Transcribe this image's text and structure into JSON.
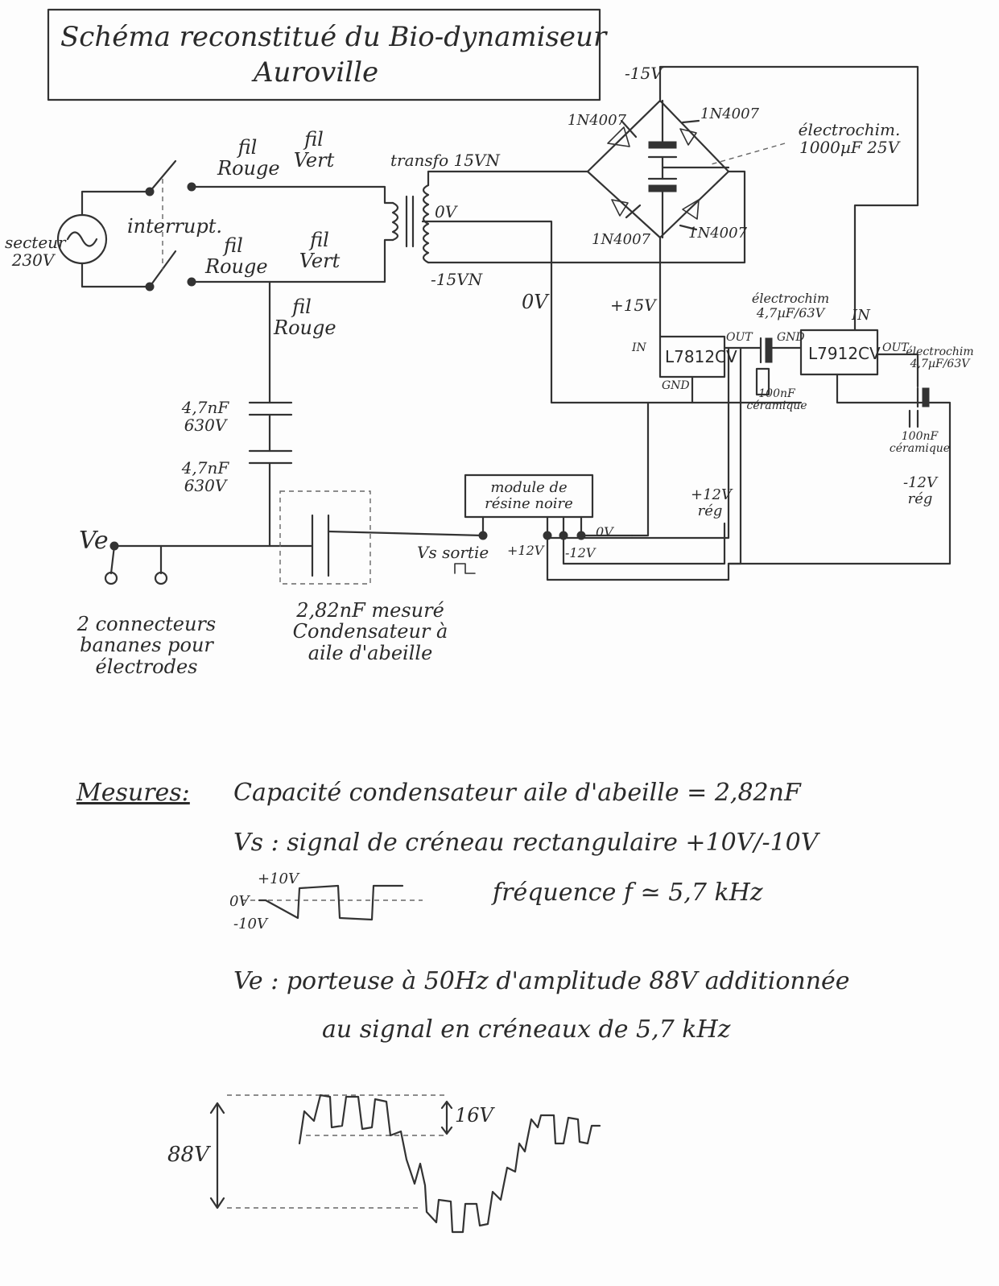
{
  "title": {
    "line1": "Schéma reconstitué du Bio-dynamiseur",
    "line2": "Auroville"
  },
  "labels": {
    "minus15_top": "-15V",
    "fil_rouge_1": "fil Rouge",
    "fil_vert_1": "fil Vert",
    "transfo": "transfo 15VN",
    "tap_0v": "0V",
    "tap_minus15": "-15VN",
    "diode_tl": "1N4007",
    "diode_tr": "1N4007",
    "diode_bl": "1N4007",
    "diode_br": "1N4007",
    "electrochim_1000": "électrochim. 1000µF 25V",
    "secteur": "secteur 230V",
    "interrupt": "interrupt.",
    "fil_rouge_2": "fil Rouge",
    "fil_vert_2": "fil Vert",
    "fil_rouge_3": "fil Rouge",
    "label_0v_left": "0V",
    "plus15": "+15V",
    "in_left": "IN",
    "l7812": "L7812CV",
    "out_left": "OUT",
    "gnd_left": "GND",
    "electrochim_47": "électrochim 4,7µF/63V",
    "gnd_mid": "GND",
    "in_right": "IN",
    "l7912": "L7912CV",
    "out_right": "OUT",
    "electrochim_right": "électrochim 4,7µF/63V",
    "ceramique_mid": "100nF céramique",
    "ceramique_right": "100nF céramique",
    "cap1": "4,7nF 630V",
    "cap2": "4,7nF 630V",
    "plus12reg": "+12V rég",
    "minus12reg": "-12V rég",
    "module": "module de résine noire",
    "ve": "Ve",
    "vs_sortie": "Vs sortie",
    "plus12": "+12V",
    "minus12": "-12V",
    "label_0v_module": "0V",
    "air_cap": "2,82nF mesuré Condensateur à aile d'abeille",
    "connectors": "2 connecteurs bananes pour électrodes"
  },
  "measures": {
    "heading": "Mesures:",
    "line1": "Capacité condensateur aile d'abeille = 2,82nF",
    "line2": "Vs : signal de créneau rectangulaire +10V/-10V",
    "wave_plus": "+10V",
    "wave_zero": "0V",
    "wave_minus": "-10V",
    "freq": "fréquence f ≃ 5,7 kHz",
    "line3": "Ve : porteuse à 50Hz d'amplitude 88V additionnée",
    "line4": "au signal en créneaux de 5,7 kHz",
    "amp88": "88V",
    "amp16": "16V"
  }
}
